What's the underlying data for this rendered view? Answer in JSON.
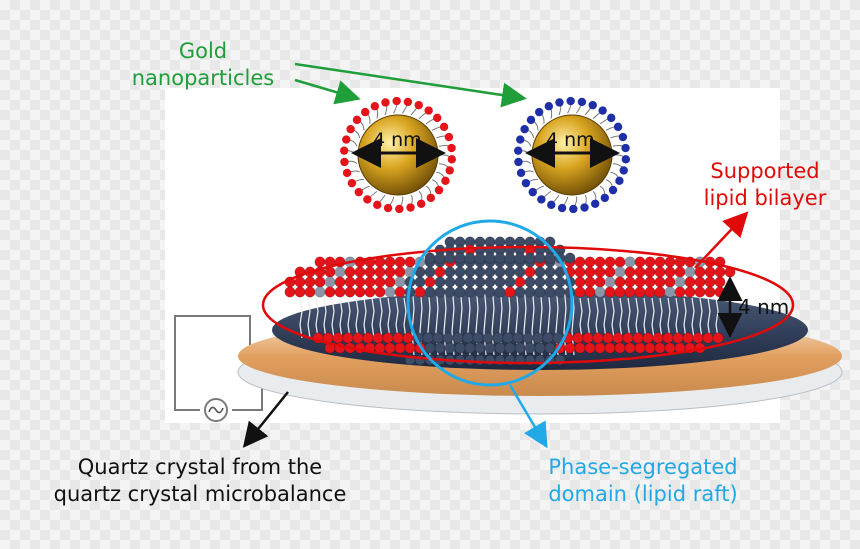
{
  "labels": {
    "gold_line1": "Gold",
    "gold_line2": "nanoparticles",
    "np_left_size": "4 nm",
    "np_right_size": "4 nm",
    "supported_line1": "Supported",
    "supported_line2": "lipid bilayer",
    "bilayer_thickness": "4 nm",
    "quartz_line1": "Quartz crystal from the",
    "quartz_line2": "quartz crystal microbalance",
    "raft_line1": "Phase-segregated",
    "raft_line2": "domain (lipid raft)"
  },
  "colors": {
    "gold_label": "#1f9e3a",
    "bilayer_label": "#e00a0a",
    "raft_label": "#21a8e6",
    "quartz_label": "#111111",
    "red_lipid": "#e3141a",
    "dark_lipid": "#3d4b66",
    "blue_ligand": "#1f2fa8",
    "gold_core": "#b8860b"
  },
  "icons": {
    "ac_source": "ac-source-icon"
  }
}
